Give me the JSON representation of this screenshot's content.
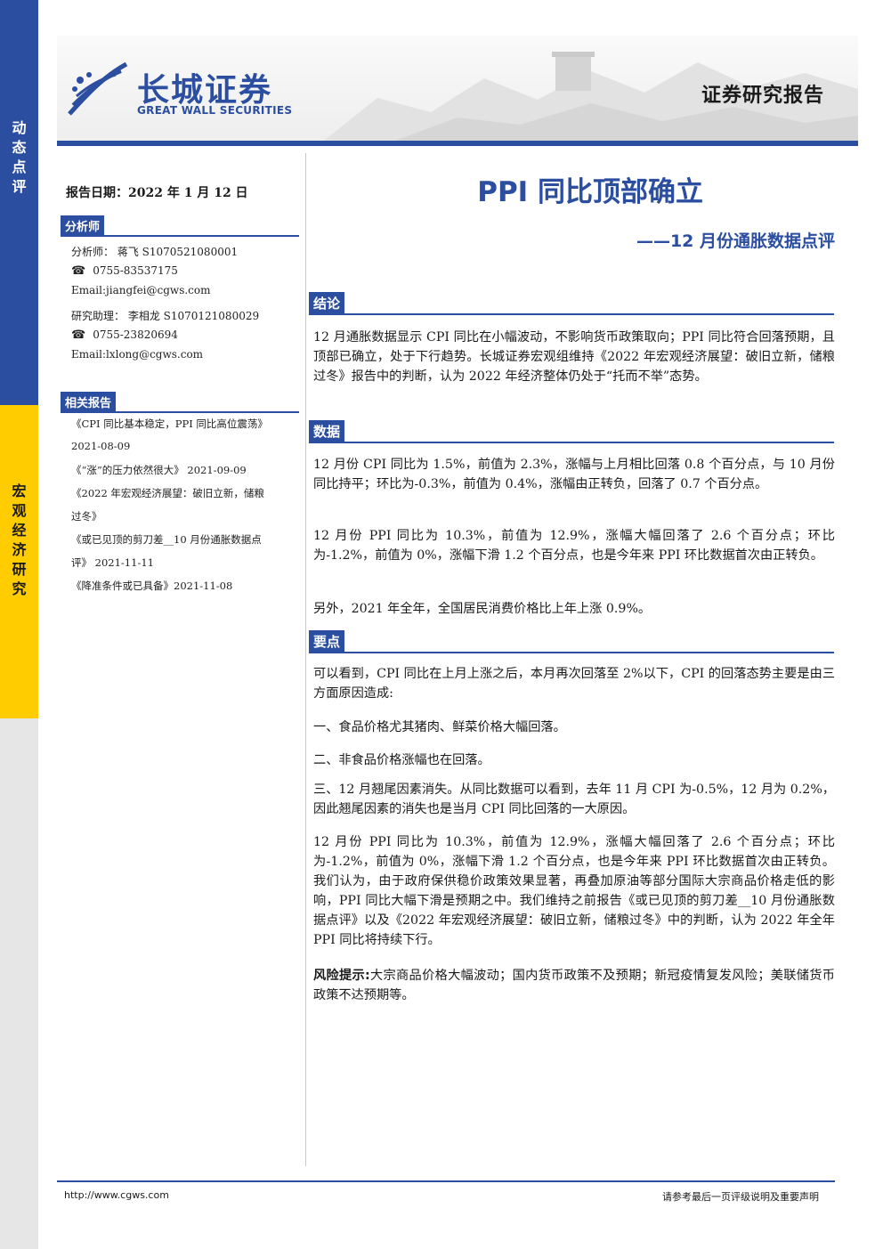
{
  "sidebar": {
    "top_label": [
      "动",
      "态",
      "点",
      "评"
    ],
    "bottom_label": [
      "宏",
      "观",
      "经",
      "济",
      "研",
      "究"
    ]
  },
  "header": {
    "logo_cn": "长城证券",
    "logo_en": "GREAT WALL SECURITIES",
    "report_type": "证券研究报告"
  },
  "left": {
    "report_date": "报告日期：2022 年 1 月 12 日",
    "analyst_tag": "分析师",
    "analyst": "分析师：  蒋飞   S1070521080001",
    "analyst_phone": "0755-83537175",
    "analyst_email": "Email:jiangfei@cgws.com",
    "assistant": "研究助理：  李相龙   S1070121080029",
    "assistant_phone": "0755-23820694",
    "assistant_email": "Email:lxlong@cgws.com",
    "related_tag": "相关报告",
    "related": [
      "《CPI 同比基本稳定，PPI 同比高位震荡》",
      "2021-08-09",
      "《“涨”的压力依然很大》   2021-09-09",
      "《2022 年宏观经济展望：破旧立新，储粮",
      "过冬》",
      "《或已见顶的剪刀差__10 月份通胀数据点",
      "评》   2021-11-11",
      "《降准条件或已具备》2021-11-08"
    ]
  },
  "main": {
    "title": "PPI 同比顶部确立",
    "subtitle": "——12 月份通胀数据点评",
    "conclusion_tag": "结论",
    "conclusion": "12 月通胀数据显示 CPI 同比在小幅波动，不影响货币政策取向；PPI 同比符合回落预期，且顶部已确立，处于下行趋势。长城证券宏观组维持《2022 年宏观经济展望：破旧立新，储粮过冬》报告中的判断，认为 2022 年经济整体仍处于“托而不举”态势。",
    "data_tag": "数据",
    "data_p1": "12 月份 CPI 同比为 1.5%，前值为 2.3%，涨幅与上月相比回落 0.8 个百分点，与 10 月份同比持平；环比为-0.3%，前值为 0.4%，涨幅由正转负，回落了 0.7 个百分点。",
    "data_p2": "12 月份 PPI 同比为 10.3%，前值为 12.9%，涨幅大幅回落了 2.6 个百分点；环比为-1.2%，前值为 0%，涨幅下滑 1.2 个百分点，也是今年来 PPI 环比数据首次由正转负。",
    "data_p3": "另外，2021 年全年，全国居民消费价格比上年上涨 0.9%。",
    "points_tag": "要点",
    "points_p1": "可以看到，CPI 同比在上月上涨之后，本月再次回落至 2%以下，CPI 的回落态势主要是由三方面原因造成:",
    "points_p2": "一、食品价格尤其猪肉、鲜菜价格大幅回落。",
    "points_p3": "二、非食品价格涨幅也在回落。",
    "points_p4": "三、12 月翘尾因素消失。从同比数据可以看到，去年 11 月 CPI 为-0.5%，12 月为 0.2%，因此翘尾因素的消失也是当月 CPI 同比回落的一大原因。",
    "points_p5": "12 月份 PPI 同比为 10.3%，前值为 12.9%，涨幅大幅回落了 2.6 个百分点；环比为-1.2%，前值为 0%，涨幅下滑 1.2 个百分点，也是今年来 PPI 环比数据首次由正转负。我们认为，由于政府保供稳价政策效果显著，再叠加原油等部分国际大宗商品价格走低的影响，PPI 同比大幅下滑是预期之中。我们维持之前报告《或已见顶的剪刀差__10 月份通胀数据点评》以及《2022 年宏观经济展望：破旧立新，储粮过冬》中的判断，认为 2022 年全年 PPI 同比将持续下行。",
    "risk_label": "风险提示:",
    "risk_text": "大宗商品价格大幅波动；国内货币政策不及预期；新冠疫情复发风险；美联储货币政策不达预期等。"
  },
  "footer": {
    "url": "http://www.cgws.com",
    "note": "请参考最后一页评级说明及重要声明"
  },
  "colors": {
    "brand_blue": "#2b4ea0",
    "accent_yellow": "#ffcc00"
  }
}
